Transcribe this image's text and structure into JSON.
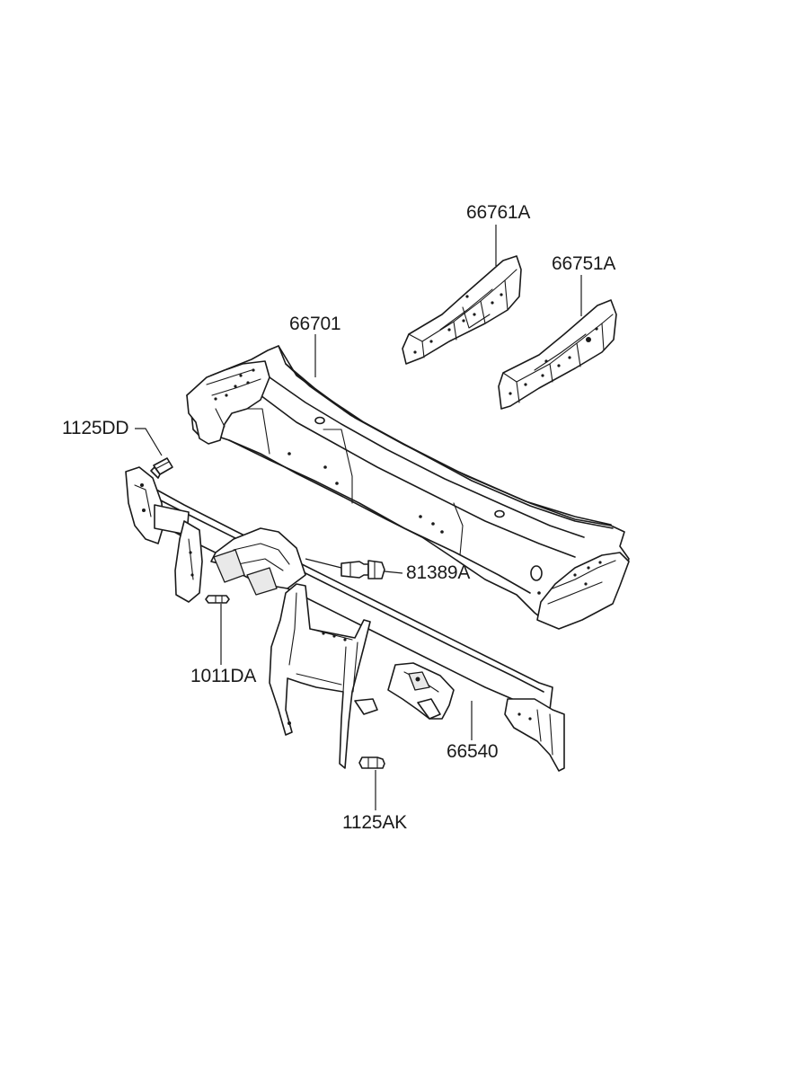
{
  "parts": [
    {
      "id": "66761A",
      "label": "66761A"
    },
    {
      "id": "66751A",
      "label": "66751A"
    },
    {
      "id": "66701",
      "label": "66701"
    },
    {
      "id": "1125DD",
      "label": "1125DD"
    },
    {
      "id": "81389A",
      "label": "81389A"
    },
    {
      "id": "1011DA",
      "label": "1011DA"
    },
    {
      "id": "66540",
      "label": "66540"
    },
    {
      "id": "1125AK",
      "label": "1125AK"
    }
  ]
}
